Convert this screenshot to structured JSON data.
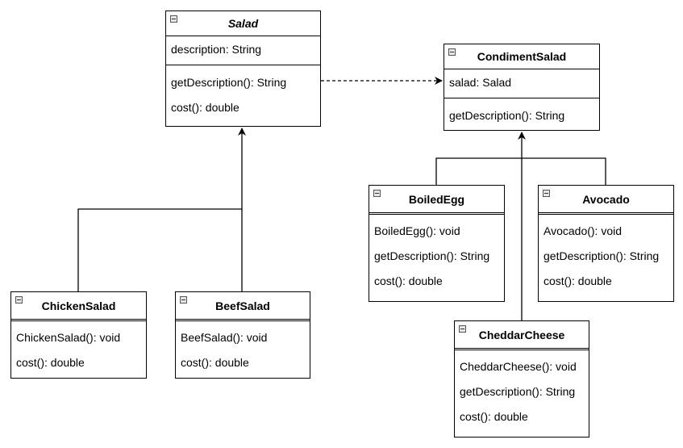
{
  "classes": {
    "salad": {
      "name": "Salad",
      "attributes": [
        "description: String"
      ],
      "operations": [
        "getDescription(): String",
        "cost(): double"
      ]
    },
    "condiment_salad": {
      "name": "CondimentSalad",
      "attributes": [
        "salad: Salad"
      ],
      "operations": [
        "getDescription(): String"
      ]
    },
    "chicken_salad": {
      "name": "ChickenSalad",
      "operations": [
        "ChickenSalad(): void",
        "cost(): double"
      ]
    },
    "beef_salad": {
      "name": "BeefSalad",
      "operations": [
        "BeefSalad(): void",
        "cost(): double"
      ]
    },
    "boiled_egg": {
      "name": "BoiledEgg",
      "operations": [
        "BoiledEgg(): void",
        "getDescription(): String",
        "cost(): double"
      ]
    },
    "avocado": {
      "name": "Avocado",
      "operations": [
        "Avocado(): void",
        "getDescription(): String",
        "cost(): double"
      ]
    },
    "cheddar_cheese": {
      "name": "CheddarCheese",
      "operations": [
        "CheddarCheese(): void",
        "getDescription(): String",
        "cost(): double"
      ]
    }
  },
  "relations": [
    {
      "from": "chicken_salad",
      "to": "salad",
      "kind": "inheritance"
    },
    {
      "from": "beef_salad",
      "to": "salad",
      "kind": "inheritance"
    },
    {
      "from": "boiled_egg",
      "to": "condiment_salad",
      "kind": "inheritance"
    },
    {
      "from": "avocado",
      "to": "condiment_salad",
      "kind": "inheritance"
    },
    {
      "from": "cheddar_cheese",
      "to": "condiment_salad",
      "kind": "inheritance"
    },
    {
      "from": "salad",
      "to": "condiment_salad",
      "kind": "dependency"
    }
  ],
  "colors": {
    "line": "#000000",
    "background": "#ffffff",
    "icon_fill": "#e6e6e6"
  }
}
